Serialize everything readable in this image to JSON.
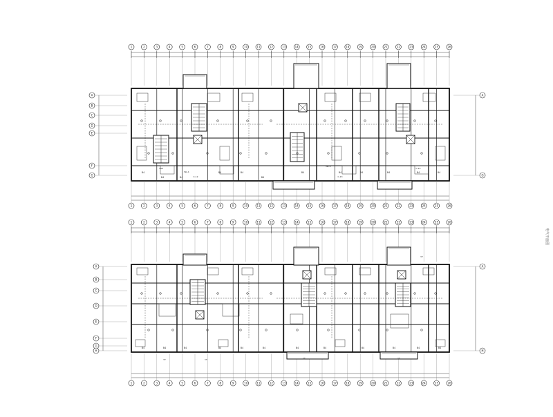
{
  "title_strip": "",
  "plans": [
    {
      "id": "upper",
      "grid_top": [
        "1",
        "2",
        "3",
        "4",
        "5",
        "6",
        "7",
        "8",
        "9",
        "10",
        "11",
        "12",
        "13",
        "14",
        "15",
        "16",
        "17",
        "18",
        "19",
        "20",
        "21",
        "22",
        "23",
        "24",
        "25",
        "26"
      ],
      "grid_left": [
        "A",
        "B",
        "C",
        "D",
        "E",
        "F",
        "G"
      ],
      "grid_right": [
        "A",
        "G"
      ],
      "room_tags": [
        "B4",
        "B4",
        "B4",
        "B4",
        "B4",
        "B4",
        "B4",
        "B4",
        "B4",
        "B4",
        "B4",
        "B4"
      ],
      "notes": [
        "WL-1",
        "WL-2",
        "SSP",
        "C-12",
        "C-13",
        "C-14"
      ]
    },
    {
      "id": "lower",
      "grid_top": [
        "1",
        "2",
        "3",
        "4",
        "5",
        "6",
        "7",
        "8",
        "9",
        "10",
        "11",
        "12",
        "13",
        "14",
        "15",
        "16",
        "17",
        "18",
        "19",
        "20",
        "21",
        "22",
        "23",
        "24",
        "25",
        "26"
      ],
      "grid_left": [
        "A",
        "B",
        "C",
        "D",
        "E",
        "F",
        "G",
        "H"
      ],
      "grid_right": [
        "A",
        "H"
      ],
      "room_tags": [
        "B4",
        "B4",
        "B4",
        "B4",
        "B4",
        "B4",
        "B4",
        "B4",
        "B4",
        "B4",
        "B4",
        "B4"
      ],
      "notes": [
        "YT",
        "YT",
        "YT",
        "YT",
        "YT"
      ]
    }
  ],
  "legend_right": "电气平面图"
}
